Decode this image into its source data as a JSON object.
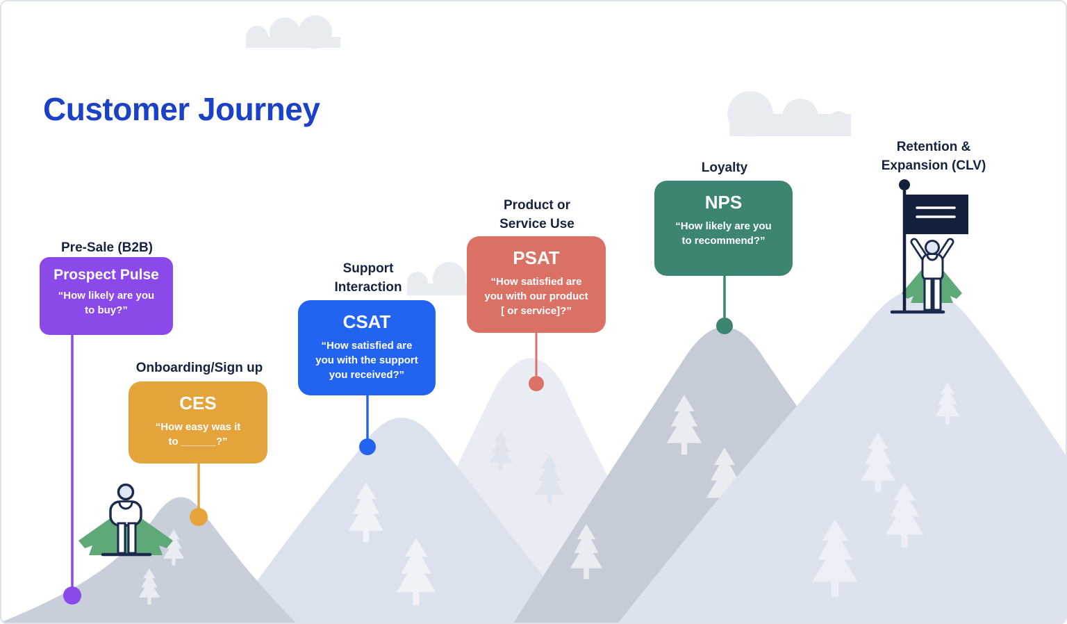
{
  "title": "Customer Journey",
  "stages": [
    {
      "label": "Pre-Sale (B2B)",
      "metric": "Prospect Pulse",
      "question": "“How likely are you\nto buy?”",
      "color": "#8A49E8"
    },
    {
      "label": "Onboarding/Sign up",
      "metric": "CES",
      "question": "“How easy was it\nto ______?”",
      "color": "#E5A33C"
    },
    {
      "label": "Support\nInteraction",
      "metric": "CSAT",
      "question": "“How satisfied are\nyou with the support\nyou received?”",
      "color": "#2264F0"
    },
    {
      "label": "Product or\nService Use",
      "metric": "PSAT",
      "question": "“How satisfied are\nyou with our product\n[ or service]?”",
      "color": "#DB7064"
    },
    {
      "label": "Loyalty",
      "metric": "NPS",
      "question": "“How likely are you\nto recommend?”",
      "color": "#3D8573"
    },
    {
      "label": "Retention &\nExpansion (CLV)"
    }
  ],
  "icons": {
    "flag": "flag-icon",
    "hiker": "hiker-icon",
    "summit_person": "celebrating-person-icon",
    "tree": "pine-tree-shape",
    "cloud": "cloud-shape"
  },
  "colors": {
    "title": "#1B41C7",
    "stage_label": "#16233E",
    "card_text": "#FFFFFF",
    "background": "#FFFFFF",
    "cape_green": "#5FA878",
    "flag_navy": "#13203C"
  }
}
